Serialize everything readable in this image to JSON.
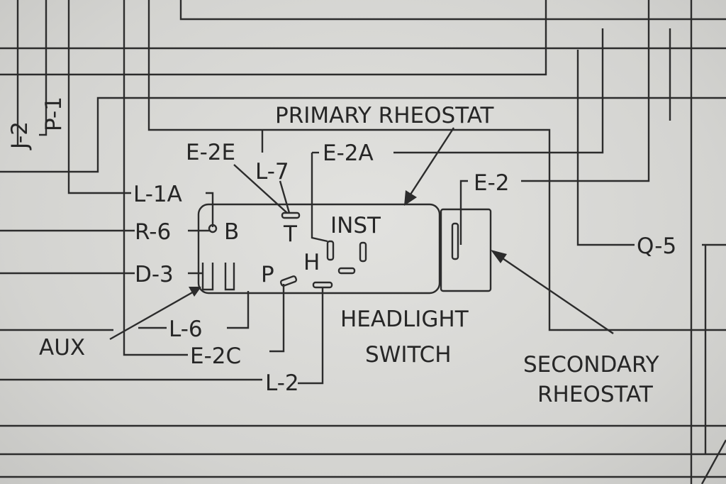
{
  "diagram": {
    "left_labels": {
      "j2": "J-2",
      "p1": "P-1"
    },
    "labels": {
      "primary_rheostat": "PRIMARY RHEOSTAT",
      "e2e": "E-2E",
      "l7": "L-7",
      "e2a": "E-2A",
      "e2": "E-2",
      "l1a": "L-1A",
      "r6": "R-6",
      "b": "B",
      "t": "T",
      "inst": "INST",
      "q5": "Q-5",
      "d3": "D-3",
      "p": "P",
      "h": "H",
      "aux": "AUX",
      "l6": "L-6",
      "e2c": "E-2C",
      "l2": "L-2",
      "headlight": "HEADLIGHT",
      "switch": "SWITCH",
      "secondary": "SECONDARY",
      "rheostat": "RHEOSTAT"
    }
  }
}
